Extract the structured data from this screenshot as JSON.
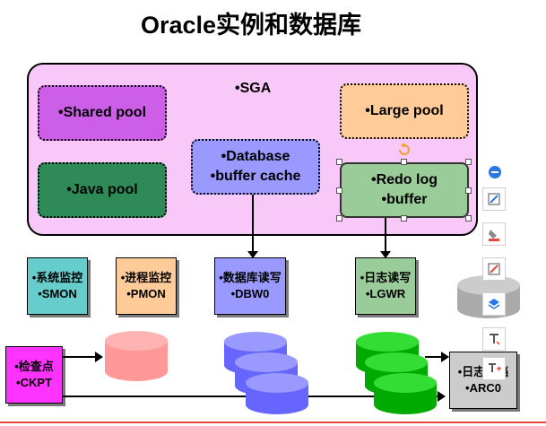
{
  "title": "Oracle实例和数据库",
  "sga": {
    "label": "•SGA",
    "shared_pool": "•Shared pool",
    "large_pool": "•Large pool",
    "java_pool": "•Java pool",
    "db_buffer_line1": "•Database",
    "db_buffer_line2": "•buffer cache",
    "redo_line1": "•Redo log",
    "redo_line2": "•buffer"
  },
  "processes": {
    "smon_line1": "•系统监控",
    "smon_line2": "•SMON",
    "pmon_line1": "•进程监控",
    "pmon_line2": "•PMON",
    "dbw_line1": "•数据库读写",
    "dbw_line2": "•DBW0",
    "lgwr_line1": "•日志读写",
    "lgwr_line2": "•LGWR",
    "ckpt_line1": "•检查点",
    "ckpt_line2": "•CKPT",
    "arc_line1": "•日志归档",
    "arc_line2": "•ARC0"
  },
  "icons": [
    "minus-circle-icon",
    "style-edit-icon",
    "fill-color-icon",
    "outline-icon",
    "layers-icon",
    "text-icon",
    "text-direction-icon",
    "rotate-handle-icon"
  ],
  "colors": {
    "sga_fill": "#f8c8f8",
    "shared_pool": "#cc5ee8",
    "large_pool": "#ffcc99",
    "java_pool": "#2e8b57",
    "db_buffer": "#9999ff",
    "redo_buffer": "#99cc99",
    "smon": "#66cccc",
    "pmon": "#ffcc99",
    "dbw": "#9999ff",
    "lgwr": "#99cc99",
    "ckpt": "#ff33ff",
    "arc": "#cccccc",
    "pink_disk": "#ff9999",
    "blue_disk": "#6666ff",
    "green_disk": "#00cc00",
    "gray_disk": "#bbbbbb"
  }
}
